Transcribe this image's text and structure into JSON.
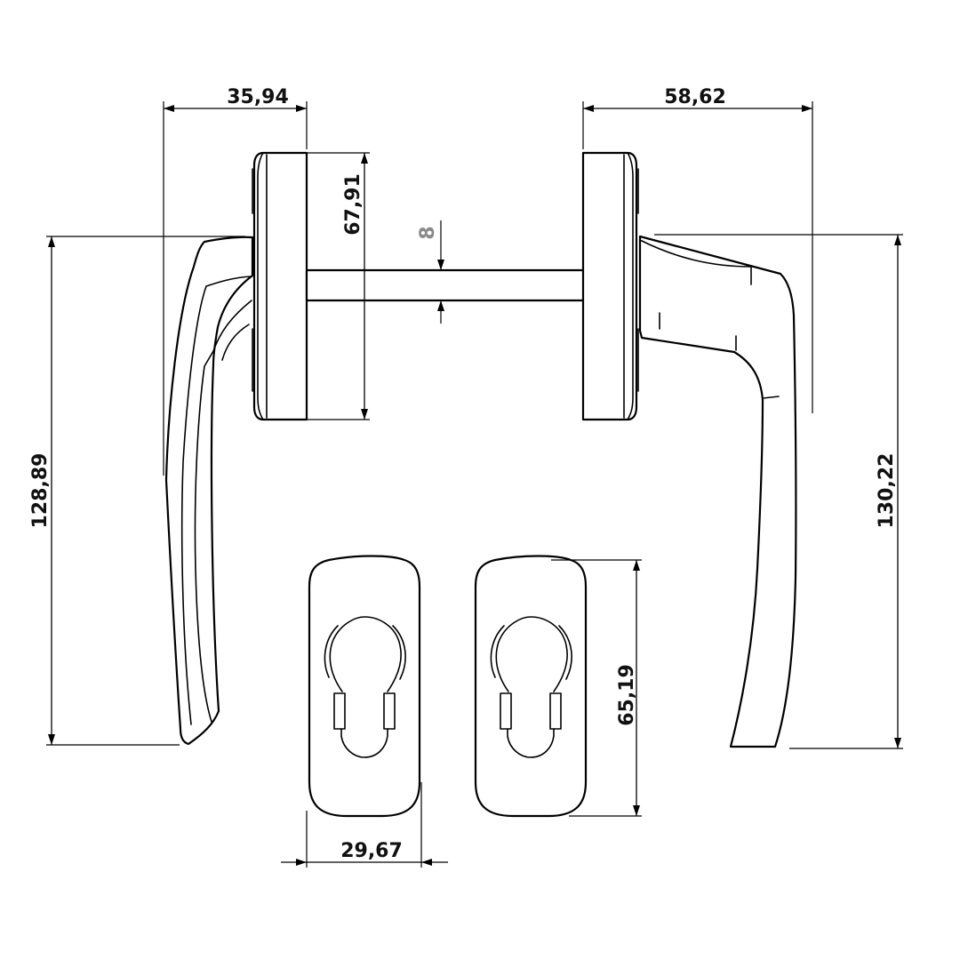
{
  "dimensions": {
    "lever_left_width": "35,94",
    "lever_right_width": "58,62",
    "rose_height": "67,91",
    "spindle": "8",
    "left_handle_height": "128,89",
    "right_handle_height": "130,22",
    "escutcheon_width": "29,67",
    "escutcheon_height": "65,19"
  },
  "colors": {
    "line": "#000000",
    "background": "#ffffff",
    "spindle_label": "#8a8a8a"
  }
}
